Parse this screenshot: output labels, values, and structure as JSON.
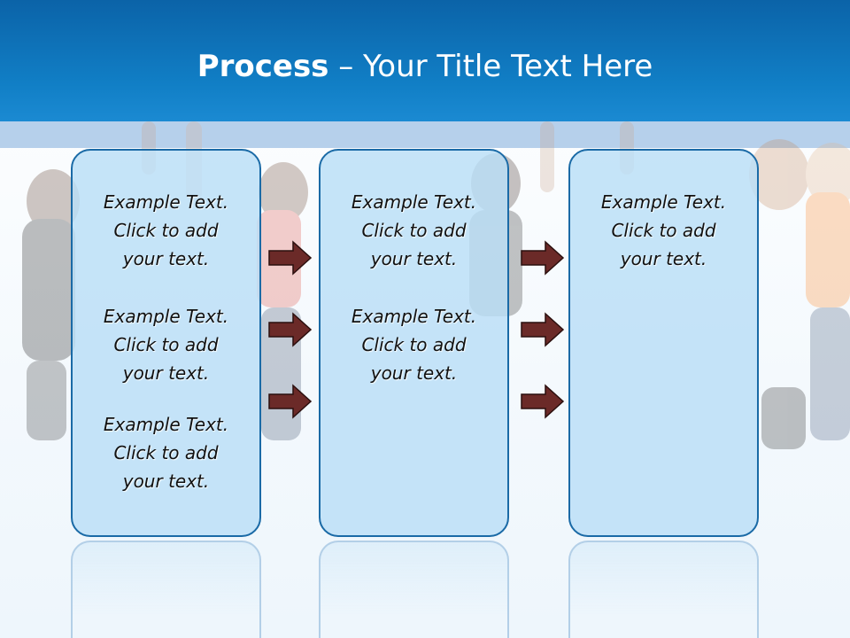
{
  "slide": {
    "title_bold": "Process",
    "title_rest": "– Your Title Text Here"
  },
  "panels": [
    {
      "blocks": [
        {
          "line1": "Example Text.",
          "line2": "Click  to add",
          "line3": "your text."
        },
        {
          "line1": "Example Text.",
          "line2": "Click  to add",
          "line3": "your text."
        },
        {
          "line1": "Example Text.",
          "line2": "Click  to add",
          "line3": "your text."
        }
      ]
    },
    {
      "blocks": [
        {
          "line1": "Example Text.",
          "line2": "Click  to add",
          "line3": "your text."
        },
        {
          "line1": "Example Text.",
          "line2": "Click  to add",
          "line3": "your text."
        }
      ]
    },
    {
      "blocks": [
        {
          "line1": "Example Text.",
          "line2": "Click  to add",
          "line3": "your text."
        }
      ]
    }
  ],
  "colors": {
    "header": "#117fc6",
    "panel_border": "#1a6aa6",
    "panel_fill": "#b9def6",
    "arrow_fill": "#6b2a28"
  },
  "icons": {
    "arrow": "arrow-right-icon",
    "photo": "jumping-children-photo"
  }
}
